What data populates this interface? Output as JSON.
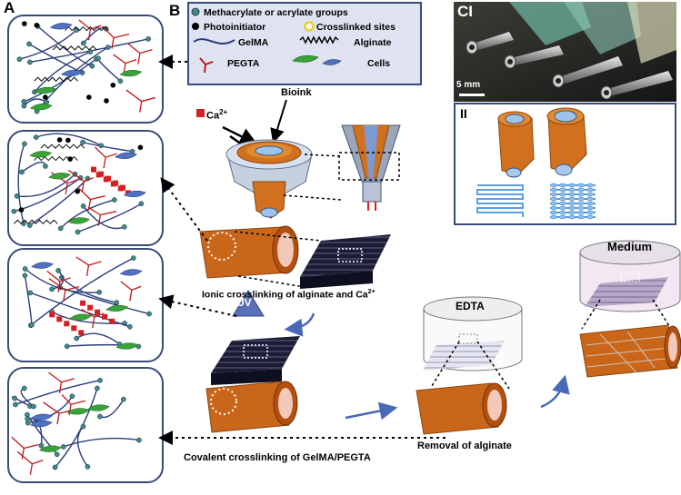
{
  "panels": {
    "a": "A",
    "b": "B",
    "ci": "CI",
    "cii": "II"
  },
  "legend": {
    "groups": "Methacrylate or acrylate groups",
    "photoinitiator": "Photoinitiator",
    "crosslinked": "Crosslinked sites",
    "gelma": "GelMA",
    "alginate": "Alginate",
    "pegta": "PEGTA",
    "cells": "Cells"
  },
  "labels": {
    "ca": "Ca",
    "ca_sup": "2+",
    "bioink": "Bioink",
    "ionic": "Ionic crosslinking of alginate and Ca",
    "ionic_sup": "2+",
    "uv": "UV",
    "edta": "EDTA",
    "medium": "Medium",
    "removal": "Removal of alginate",
    "covalent": "Covalent crosslinking of GelMA/PEGTA",
    "scale": "5 mm"
  },
  "colors": {
    "frame": "#3a4b7a",
    "legend_bg": "#dfe2f0",
    "gelma": "#2b3d7a",
    "pegta": "#c01818",
    "crosslink": "#d42020",
    "cell_green": "#3aa23a",
    "cell_blue": "#5070c0",
    "tube": "#d2701e",
    "scaffold": "#232340",
    "uv": "#5a6fb8"
  }
}
